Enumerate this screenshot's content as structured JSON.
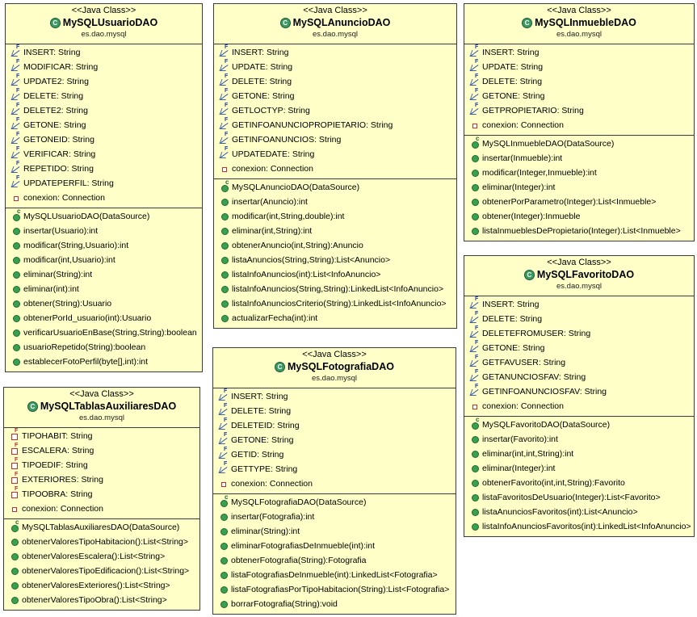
{
  "classes": [
    {
      "stereotype": "<<Java Class>>",
      "name": "MySQLUsuarioDAO",
      "package": "es.dao.mysql",
      "fields": [
        {
          "icon": "static-final-field",
          "text": "INSERT: String"
        },
        {
          "icon": "static-final-field",
          "text": "MODIFICAR: String"
        },
        {
          "icon": "static-final-field",
          "text": "UPDATE2: String"
        },
        {
          "icon": "static-final-field",
          "text": "DELETE: String"
        },
        {
          "icon": "static-final-field",
          "text": "DELETE2: String"
        },
        {
          "icon": "static-final-field",
          "text": "GETONE: String"
        },
        {
          "icon": "static-final-field",
          "text": "GETONEID: String"
        },
        {
          "icon": "static-final-field",
          "text": "VERIFICAR: String"
        },
        {
          "icon": "static-final-field",
          "text": "REPETIDO: String"
        },
        {
          "icon": "static-final-field",
          "text": "UPDATEPERFIL: String"
        },
        {
          "icon": "private-field",
          "text": "conexion: Connection"
        }
      ],
      "methods": [
        {
          "icon": "constructor",
          "text": "MySQLUsuarioDAO(DataSource)"
        },
        {
          "icon": "public-method",
          "text": "insertar(Usuario):int"
        },
        {
          "icon": "public-method",
          "text": "modificar(String,Usuario):int"
        },
        {
          "icon": "public-method",
          "text": "modificar(int,Usuario):int"
        },
        {
          "icon": "public-method",
          "text": "eliminar(String):int"
        },
        {
          "icon": "public-method",
          "text": "eliminar(int):int"
        },
        {
          "icon": "public-method",
          "text": "obtener(String):Usuario"
        },
        {
          "icon": "public-method",
          "text": "obtenerPorId_usuario(int):Usuario"
        },
        {
          "icon": "public-method",
          "text": "verificarUsuarioEnBase(String,String):boolean"
        },
        {
          "icon": "public-method",
          "text": "usuarioRepetido(String):boolean"
        },
        {
          "icon": "public-method",
          "text": "establecerFotoPerfil(byte[],int):int"
        }
      ]
    },
    {
      "stereotype": "<<Java Class>>",
      "name": "MySQLAnuncioDAO",
      "package": "es.dao.mysql",
      "fields": [
        {
          "icon": "static-final-field",
          "text": "INSERT: String"
        },
        {
          "icon": "static-final-field",
          "text": "UPDATE: String"
        },
        {
          "icon": "static-final-field",
          "text": "DELETE: String"
        },
        {
          "icon": "static-final-field",
          "text": "GETONE: String"
        },
        {
          "icon": "static-final-field",
          "text": "GETLOCTYP: String"
        },
        {
          "icon": "static-final-field",
          "text": "GETINFOANUNCIOPROPIETARIO: String"
        },
        {
          "icon": "static-final-field",
          "text": "GETINFOANUNCIOS: String"
        },
        {
          "icon": "static-final-field",
          "text": "UPDATEDATE: String"
        },
        {
          "icon": "private-field",
          "text": "conexion: Connection"
        }
      ],
      "methods": [
        {
          "icon": "constructor",
          "text": "MySQLAnuncioDAO(DataSource)"
        },
        {
          "icon": "public-method",
          "text": "insertar(Anuncio):int"
        },
        {
          "icon": "public-method",
          "text": "modificar(int,String,double):int"
        },
        {
          "icon": "public-method",
          "text": "eliminar(int,String):int"
        },
        {
          "icon": "public-method",
          "text": "obtenerAnuncio(int,String):Anuncio"
        },
        {
          "icon": "public-method",
          "text": "listaAnuncios(String,String):List<Anuncio>"
        },
        {
          "icon": "public-method",
          "text": "listaInfoAnuncios(int):List<InfoAnuncio>"
        },
        {
          "icon": "public-method",
          "text": "listaInfoAnuncios(String,String):LinkedList<InfoAnuncio>"
        },
        {
          "icon": "public-method",
          "text": "listaInfoAnunciosCriterio(String):LinkedList<InfoAnuncio>"
        },
        {
          "icon": "public-method",
          "text": "actualizarFecha(int):int"
        }
      ]
    },
    {
      "stereotype": "<<Java Class>>",
      "name": "MySQLInmuebleDAO",
      "package": "es.dao.mysql",
      "fields": [
        {
          "icon": "static-final-field",
          "text": "INSERT: String"
        },
        {
          "icon": "static-final-field",
          "text": "UPDATE: String"
        },
        {
          "icon": "static-final-field",
          "text": "DELETE: String"
        },
        {
          "icon": "static-final-field",
          "text": "GETONE: String"
        },
        {
          "icon": "static-final-field",
          "text": "GETPROPIETARIO: String"
        },
        {
          "icon": "private-field",
          "text": "conexion: Connection"
        }
      ],
      "methods": [
        {
          "icon": "constructor",
          "text": "MySQLInmuebleDAO(DataSource)"
        },
        {
          "icon": "public-method",
          "text": "insertar(Inmueble):int"
        },
        {
          "icon": "public-method",
          "text": "modificar(Integer,Inmueble):int"
        },
        {
          "icon": "public-method",
          "text": "eliminar(Integer):int"
        },
        {
          "icon": "public-method",
          "text": "obtenerPorParametro(Integer):List<Inmueble>"
        },
        {
          "icon": "public-method",
          "text": "obtener(Integer):Inmueble"
        },
        {
          "icon": "public-method",
          "text": "listaInmueblesDePropietario(Integer):List<Inmueble>"
        }
      ]
    },
    {
      "stereotype": "<<Java Class>>",
      "name": "MySQLFavoritoDAO",
      "package": "es.dao.mysql",
      "fields": [
        {
          "icon": "static-final-field",
          "text": "INSERT: String"
        },
        {
          "icon": "static-final-field",
          "text": "DELETE: String"
        },
        {
          "icon": "static-final-field",
          "text": "DELETEFROMUSER: String"
        },
        {
          "icon": "static-final-field",
          "text": "GETONE: String"
        },
        {
          "icon": "static-final-field",
          "text": "GETFAVUSER: String"
        },
        {
          "icon": "static-final-field",
          "text": "GETANUNCIOSFAV: String"
        },
        {
          "icon": "static-final-field",
          "text": "GETINFOANUNCIOSFAV: String"
        },
        {
          "icon": "private-field",
          "text": "conexion: Connection"
        }
      ],
      "methods": [
        {
          "icon": "constructor",
          "text": "MySQLFavoritoDAO(DataSource)"
        },
        {
          "icon": "public-method",
          "text": "insertar(Favorito):int"
        },
        {
          "icon": "public-method",
          "text": "eliminar(int,int,String):int"
        },
        {
          "icon": "public-method",
          "text": "eliminar(Integer):int"
        },
        {
          "icon": "public-method",
          "text": "obtenerFavorito(int,int,String):Favorito"
        },
        {
          "icon": "public-method",
          "text": "listaFavoritosDeUsuario(Integer):List<Favorito>"
        },
        {
          "icon": "public-method",
          "text": "listaAnunciosFavoritos(int):List<Anuncio>"
        },
        {
          "icon": "public-method",
          "text": "listaInfoAnunciosFavoritos(int):LinkedList<InfoAnuncio>"
        }
      ]
    },
    {
      "stereotype": "<<Java Class>>",
      "name": "MySQLFotografiaDAO",
      "package": "es.dao.mysql",
      "fields": [
        {
          "icon": "static-final-field",
          "text": "INSERT: String"
        },
        {
          "icon": "static-final-field",
          "text": "DELETE: String"
        },
        {
          "icon": "static-final-field",
          "text": "DELETEID: String"
        },
        {
          "icon": "static-final-field",
          "text": "GETONE: String"
        },
        {
          "icon": "static-final-field",
          "text": "GETID: String"
        },
        {
          "icon": "static-final-field",
          "text": "GETTYPE: String"
        },
        {
          "icon": "private-field",
          "text": "conexion: Connection"
        }
      ],
      "methods": [
        {
          "icon": "constructor",
          "text": "MySQLFotografiaDAO(DataSource)"
        },
        {
          "icon": "public-method",
          "text": "insertar(Fotografia):int"
        },
        {
          "icon": "public-method",
          "text": "eliminar(String):int"
        },
        {
          "icon": "public-method",
          "text": "eliminarFotografiasDeInmueble(int):int"
        },
        {
          "icon": "public-method",
          "text": "obtenerFotografia(String):Fotografia"
        },
        {
          "icon": "public-method",
          "text": "listaFotografiasDeInmueble(int):LinkedList<Fotografia>"
        },
        {
          "icon": "public-method",
          "text": "listaFotografiasPorTipoHabitacion(String):List<Fotografia>"
        },
        {
          "icon": "public-method",
          "text": "borrarFotografia(String):void"
        }
      ]
    },
    {
      "stereotype": "<<Java Class>>",
      "name": "MySQLTablasAuxiliaresDAO",
      "package": "es.dao.mysql",
      "fields": [
        {
          "icon": "private-final-field",
          "text": "TIPOHABIT: String"
        },
        {
          "icon": "private-final-field",
          "text": "ESCALERA: String"
        },
        {
          "icon": "private-final-field",
          "text": "TIPOEDIF: String"
        },
        {
          "icon": "private-final-field",
          "text": "EXTERIORES: String"
        },
        {
          "icon": "private-final-field",
          "text": "TIPOOBRA: String"
        },
        {
          "icon": "private-field",
          "text": "conexion: Connection"
        }
      ],
      "methods": [
        {
          "icon": "constructor",
          "text": "MySQLTablasAuxiliaresDAO(DataSource)"
        },
        {
          "icon": "public-method",
          "text": "obtenerValoresTipoHabitacion():List<String>"
        },
        {
          "icon": "public-method",
          "text": "obtenerValoresEscalera():List<String>"
        },
        {
          "icon": "public-method",
          "text": "obtenerValoresTipoEdificacion():List<String>"
        },
        {
          "icon": "public-method",
          "text": "obtenerValoresExteriores():List<String>"
        },
        {
          "icon": "public-method",
          "text": "obtenerValoresTipoObra():List<String>"
        }
      ]
    }
  ]
}
